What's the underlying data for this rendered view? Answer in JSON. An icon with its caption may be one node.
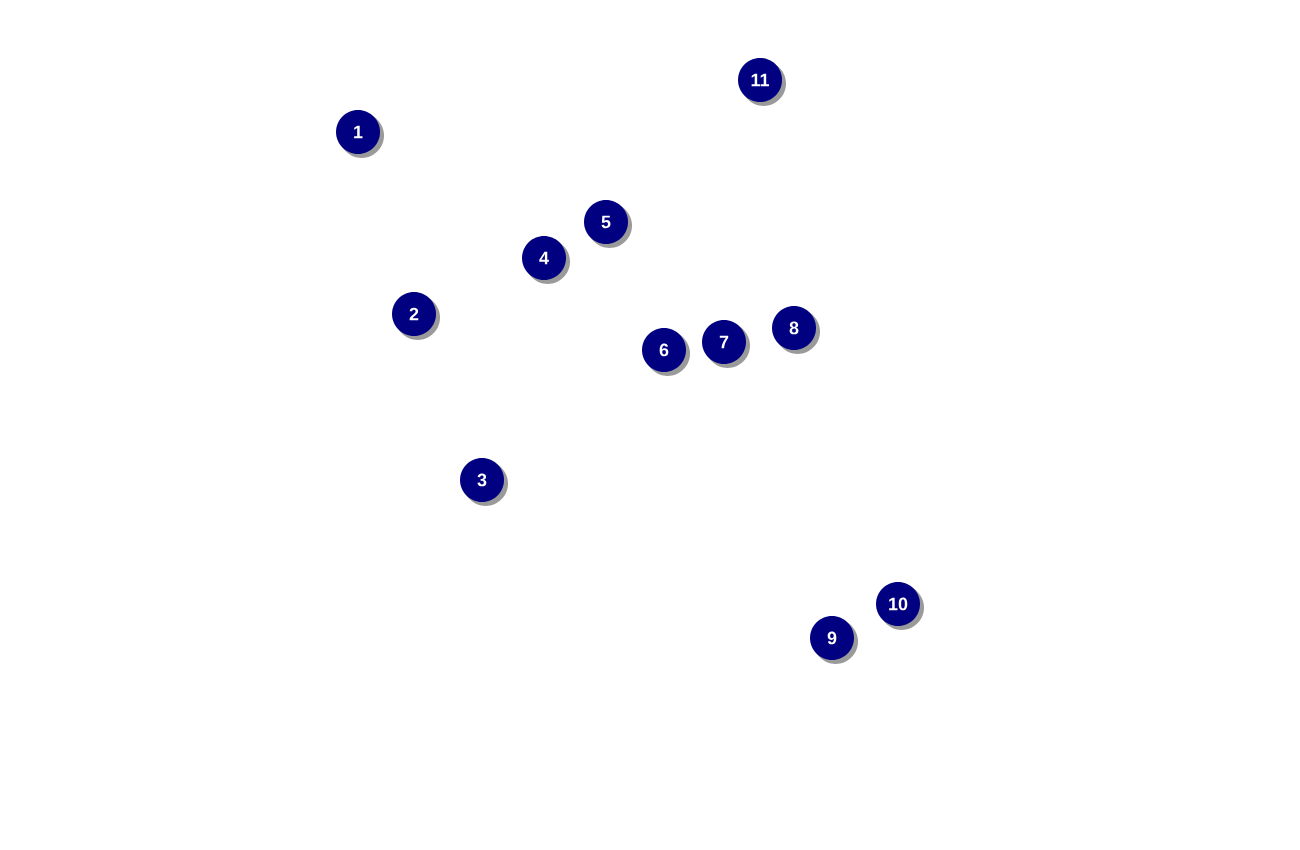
{
  "diagram": {
    "labels": [
      "11",
      "1",
      "5",
      "4",
      "2",
      "6",
      "7",
      "8",
      "3",
      "10",
      "9"
    ]
  }
}
